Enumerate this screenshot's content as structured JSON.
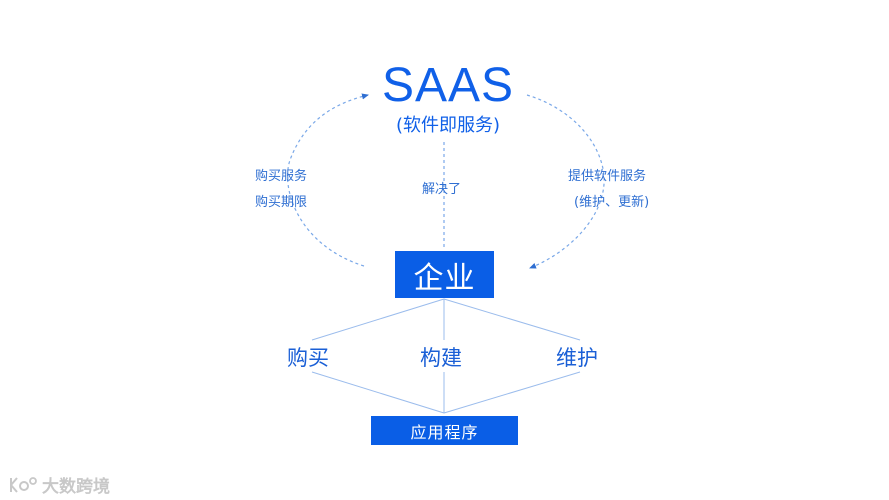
{
  "saas": {
    "title": "SAAS",
    "subtitle": "(软件即服务)"
  },
  "left_labels": {
    "line1": "购买服务",
    "line2": "购买期限"
  },
  "center_label": "解决了",
  "right_labels": {
    "line1": "提供软件服务",
    "line2": "(维护、更新)"
  },
  "enterprise": "企业",
  "activities": [
    "购买",
    "构建",
    "维护"
  ],
  "application": "应用程序",
  "watermark": {
    "logo_text": "Ko°",
    "text": "大数跨境"
  },
  "colors": {
    "accent": "#0a5ee6",
    "title": "#1060e8",
    "line": "#7aa8e8",
    "watermark": "#c8c8c8"
  }
}
